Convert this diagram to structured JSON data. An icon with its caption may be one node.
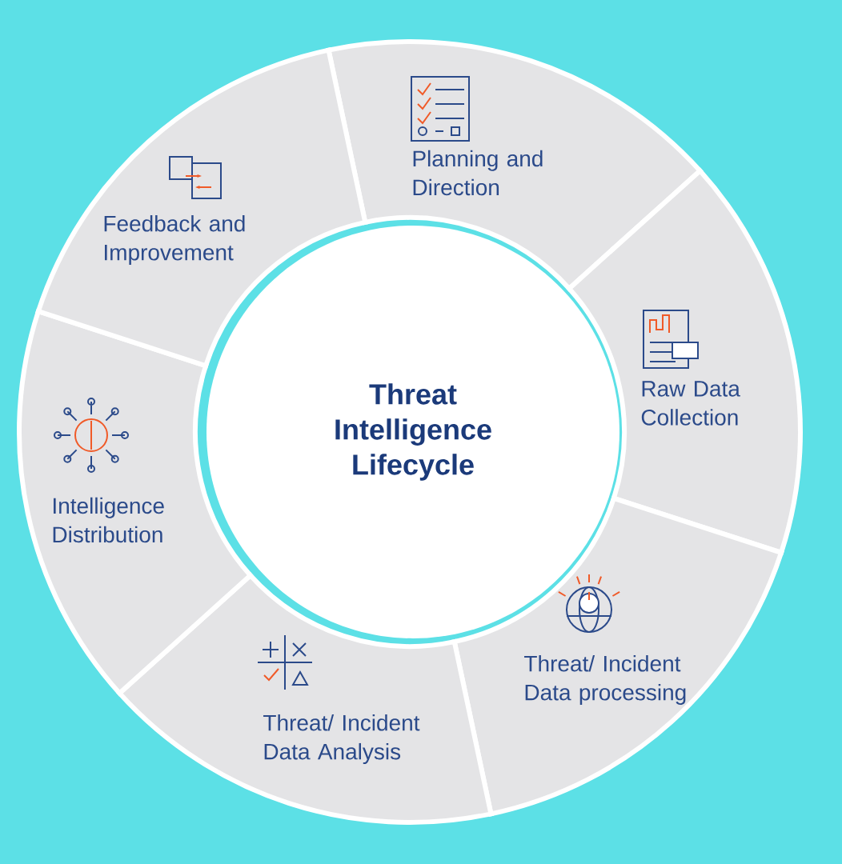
{
  "diagram": {
    "nodes": [
      {
        "text": [
          "Threat Intelligence Lifecycle"
        ]
      },
      {
        "text": [
          "Planning and Direction"
        ]
      },
      {
        "text": [
          "Raw Data Collection"
        ]
      },
      {
        "text": [
          "Threat/ Incident Data processing"
        ]
      },
      {
        "text": [
          "Threat/ Incident Data Analysis"
        ]
      },
      {
        "text": [
          "Intelligence Distribution"
        ]
      },
      {
        "text": [
          "Feedback and Improvement"
        ]
      }
    ]
  }
}
